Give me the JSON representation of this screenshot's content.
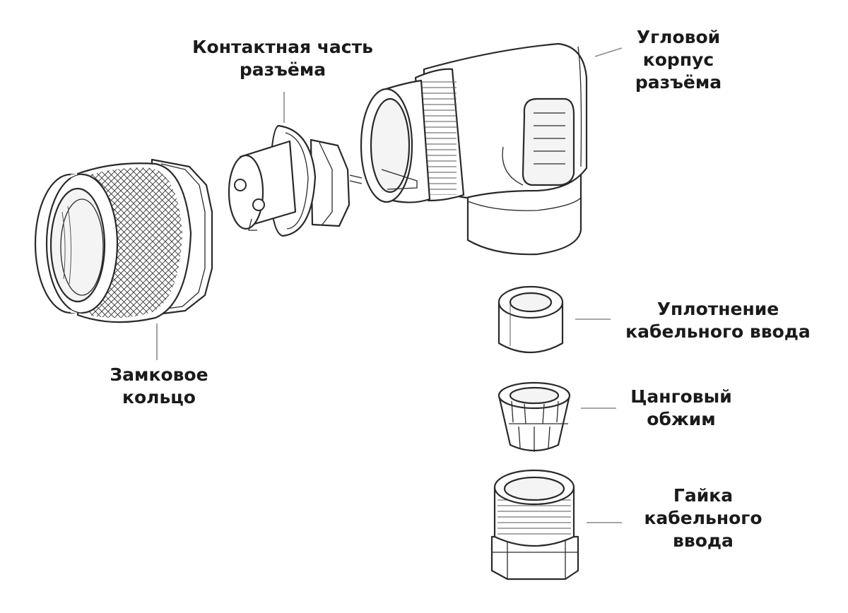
{
  "labels": {
    "contact_part": [
      "Контактная часть",
      "разъёма"
    ],
    "angle_housing": [
      "Угловой",
      "корпус",
      "разъёма"
    ],
    "locking_ring": [
      "Замковое",
      "кольцо"
    ],
    "cable_seal": [
      "Уплотнение",
      "кабельного ввода"
    ],
    "collet_clamp": [
      "Цанговый",
      "обжим"
    ],
    "cable_nut": [
      "Гайка",
      "кабельного",
      "ввода"
    ]
  },
  "colors": {
    "ink": "#2a2a2a",
    "leader": "#8a8a8a",
    "text": "#1a1a1a",
    "background": "#ffffff"
  }
}
